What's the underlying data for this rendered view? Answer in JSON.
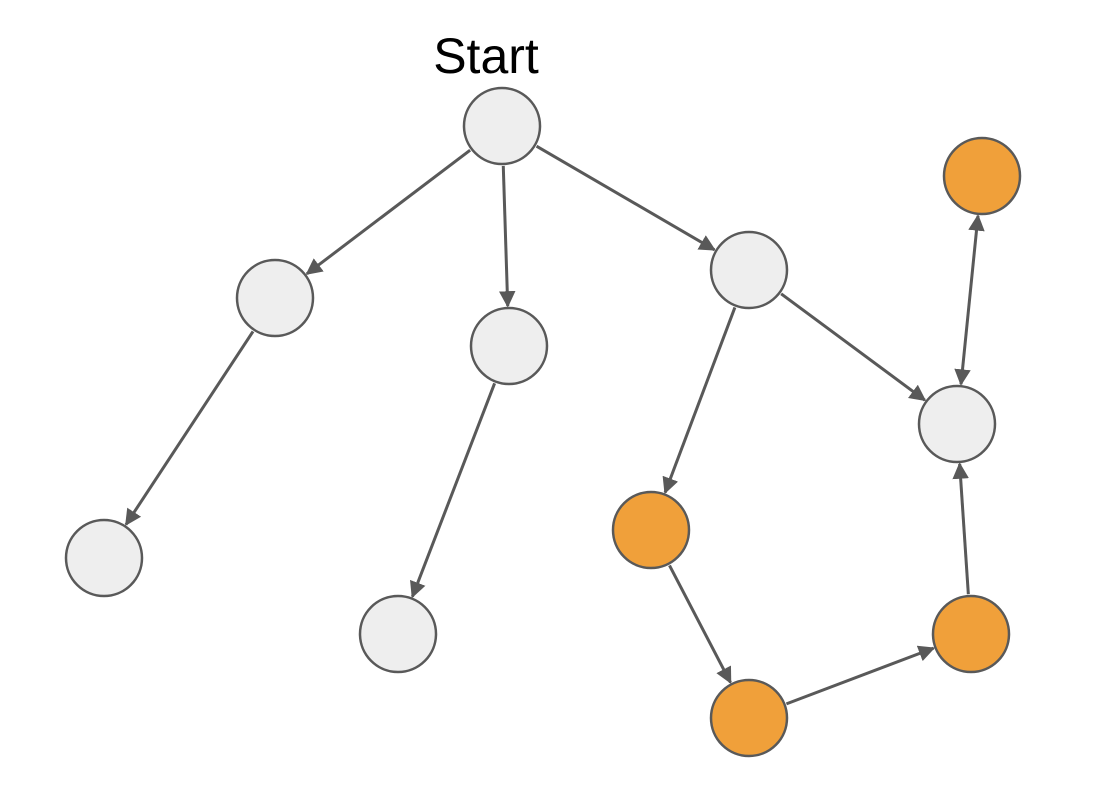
{
  "start_label": "Start",
  "colors": {
    "node_default": "#eeeeee",
    "node_highlight": "#f0a03a",
    "node_stroke": "#595959",
    "edge": "#595959",
    "background": "#ffffff"
  },
  "nodes": [
    {
      "id": "n0",
      "state": "default"
    },
    {
      "id": "n1",
      "state": "default"
    },
    {
      "id": "n2",
      "state": "default"
    },
    {
      "id": "n3",
      "state": "default"
    },
    {
      "id": "n4",
      "state": "default"
    },
    {
      "id": "n5",
      "state": "default"
    },
    {
      "id": "n6",
      "state": "highlight"
    },
    {
      "id": "n7",
      "state": "highlight"
    },
    {
      "id": "n8",
      "state": "highlight"
    },
    {
      "id": "n9",
      "state": "highlight"
    },
    {
      "id": "n10",
      "state": "default"
    }
  ],
  "edges": [
    {
      "from": "n0",
      "to": "n1",
      "bidirectional": false
    },
    {
      "from": "n0",
      "to": "n2",
      "bidirectional": false
    },
    {
      "from": "n0",
      "to": "n3",
      "bidirectional": false
    },
    {
      "from": "n1",
      "to": "n4",
      "bidirectional": false
    },
    {
      "from": "n2",
      "to": "n5",
      "bidirectional": false
    },
    {
      "from": "n3",
      "to": "n7",
      "bidirectional": false
    },
    {
      "from": "n3",
      "to": "n10",
      "bidirectional": false
    },
    {
      "from": "n7",
      "to": "n8",
      "bidirectional": false
    },
    {
      "from": "n8",
      "to": "n9",
      "bidirectional": false
    },
    {
      "from": "n9",
      "to": "n10",
      "bidirectional": false
    },
    {
      "from": "n10",
      "to": "n6",
      "bidirectional": true
    }
  ]
}
